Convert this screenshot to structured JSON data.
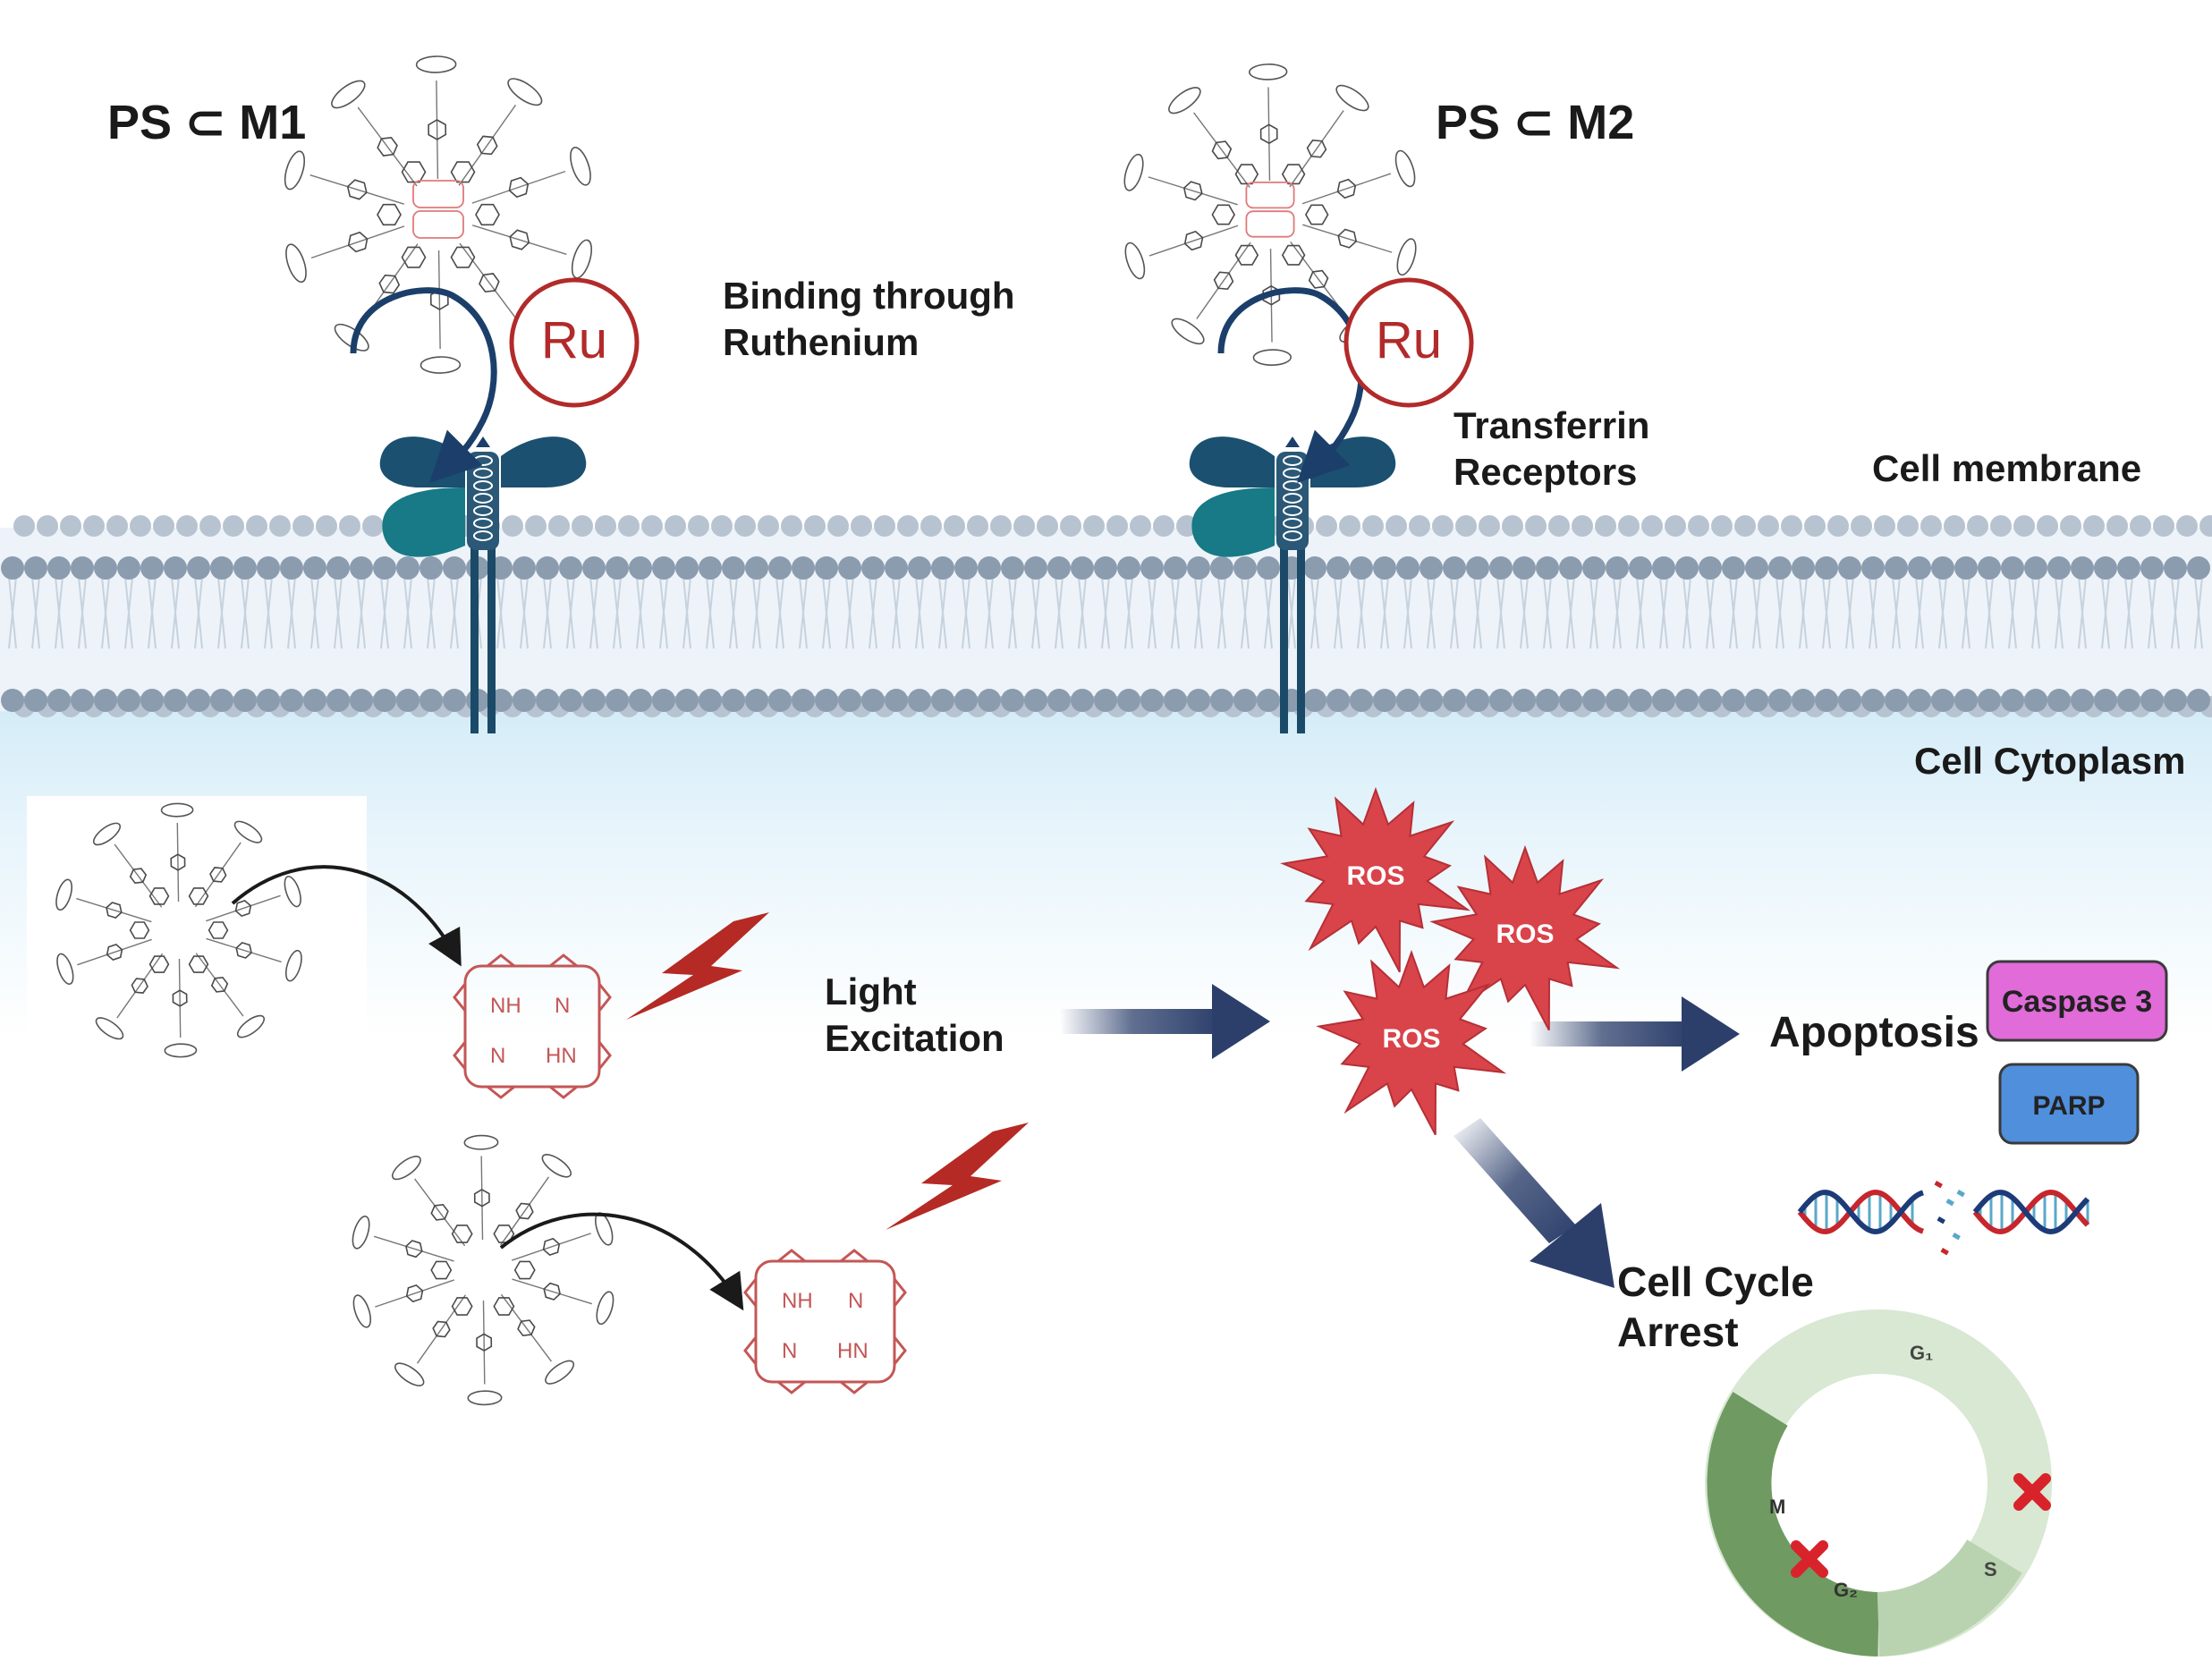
{
  "complexes": {
    "m1_title": "PS ⊂ M1",
    "m2_title": "PS ⊂ M2"
  },
  "ruthenium_label": "Ru",
  "labels": {
    "binding": [
      "Binding through",
      "Ruthenium"
    ],
    "transferrin": [
      "Transferrin",
      "Receptors"
    ],
    "cell_membrane": "Cell membrane",
    "cell_cytoplasm": "Cell Cytoplasm",
    "light_excitation": [
      "Light",
      "Excitation"
    ],
    "apoptosis": "Apoptosis",
    "cell_cycle_arrest": [
      "Cell Cycle",
      "Arrest"
    ]
  },
  "porphyrin_text": {
    "nh_top": "NH",
    "n_top": "N",
    "n_bottom": "N",
    "hn_bottom": "HN"
  },
  "ros_label": "ROS",
  "markers": {
    "caspase": "Caspase 3",
    "parp": "PARP"
  },
  "cell_cycle_phases": {
    "g1": "G₁",
    "s": "S",
    "g2": "G₂",
    "m": "M"
  },
  "colors": {
    "ruthenium_red": "#b22a2a",
    "receptor_dark": "#1b5070",
    "receptor_teal": "#177a86",
    "membrane_head": "#8b9cae",
    "cytoplasm": "#dff1fb",
    "ros_red": "#d9434a",
    "arrow_navy": "#2c3f6b",
    "caspase_fill": "#e06bd9",
    "parp_fill": "#4f8fdc",
    "cycle_light": "#d8e8d2",
    "cycle_dark": "#6f9a62"
  }
}
